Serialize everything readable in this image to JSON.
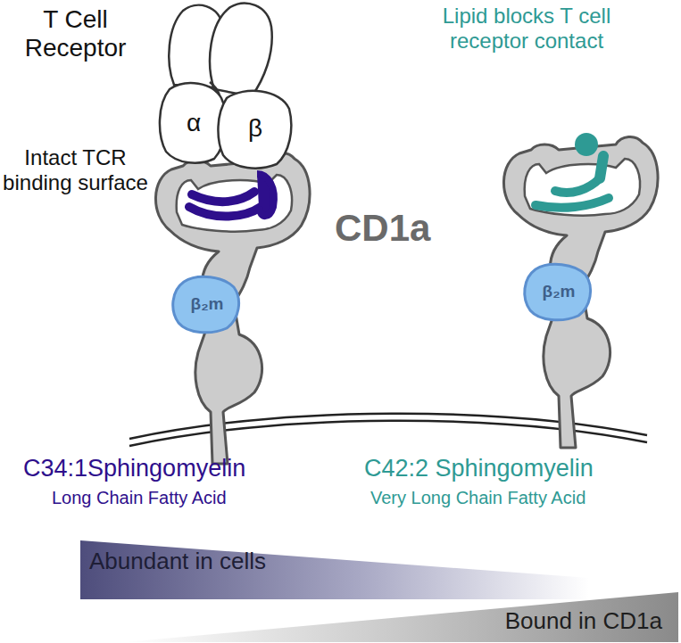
{
  "diagram": {
    "nodes": [
      {
        "text": [
          "α"
        ]
      },
      {
        "text": [
          "β"
        ]
      },
      {
        "text": [
          "β₂m"
        ]
      },
      {
        "text": [
          "β₂m"
        ]
      },
      {
        "text": [
          "Abundant in cells"
        ]
      },
      {
        "text": [
          "Bound in CD1a"
        ]
      }
    ],
    "labels": [
      "T Cell Receptor",
      "Intact TCR binding surface",
      "Lipid blocks T cell receptor contact",
      "CD1a",
      "C34:1Sphingomyelin",
      "Long Chain Fatty Acid",
      "C42:2 Sphingomyelin",
      "Very Long Chain Fatty Acid"
    ]
  }
}
